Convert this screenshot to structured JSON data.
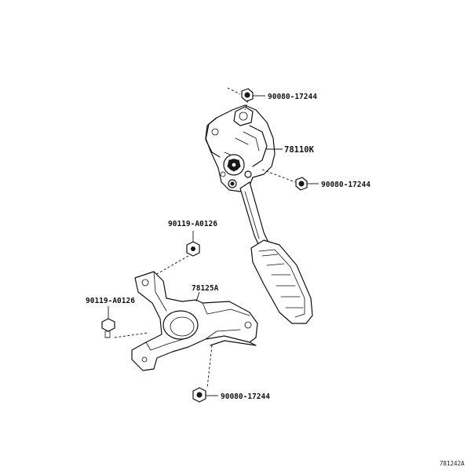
{
  "labels": {
    "nut_top": "90080-17244",
    "pedal_assembly": "78110K",
    "nut_right": "90080-17244",
    "bolt_upper": "90119-A0126",
    "bracket": "78125A",
    "bolt_left": "90119-A0126",
    "nut_bottom": "90080-17244"
  },
  "figure_code": "781242A"
}
